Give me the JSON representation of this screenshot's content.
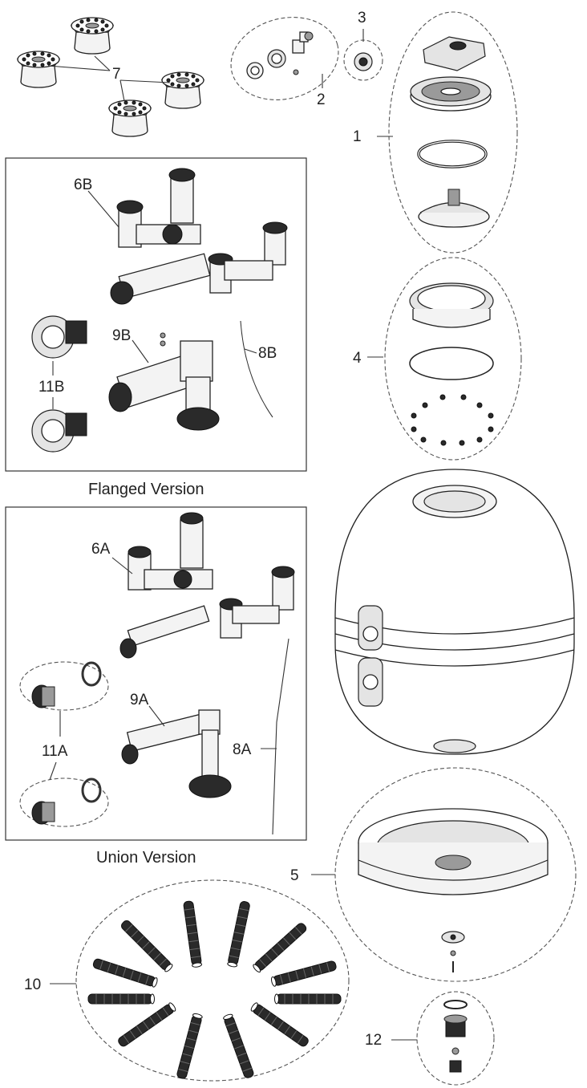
{
  "diagram": {
    "labels": {
      "p1": "1",
      "p2": "2",
      "p3": "3",
      "p4": "4",
      "p5": "5",
      "p6a": "6A",
      "p6b": "6B",
      "p7": "7",
      "p8a": "8A",
      "p8b": "8B",
      "p9a": "9A",
      "p9b": "9B",
      "p10": "10",
      "p11a": "11A",
      "p11b": "11B",
      "p12": "12"
    },
    "captions": {
      "flanged": "Flanged Version",
      "union": "Union Version"
    }
  }
}
